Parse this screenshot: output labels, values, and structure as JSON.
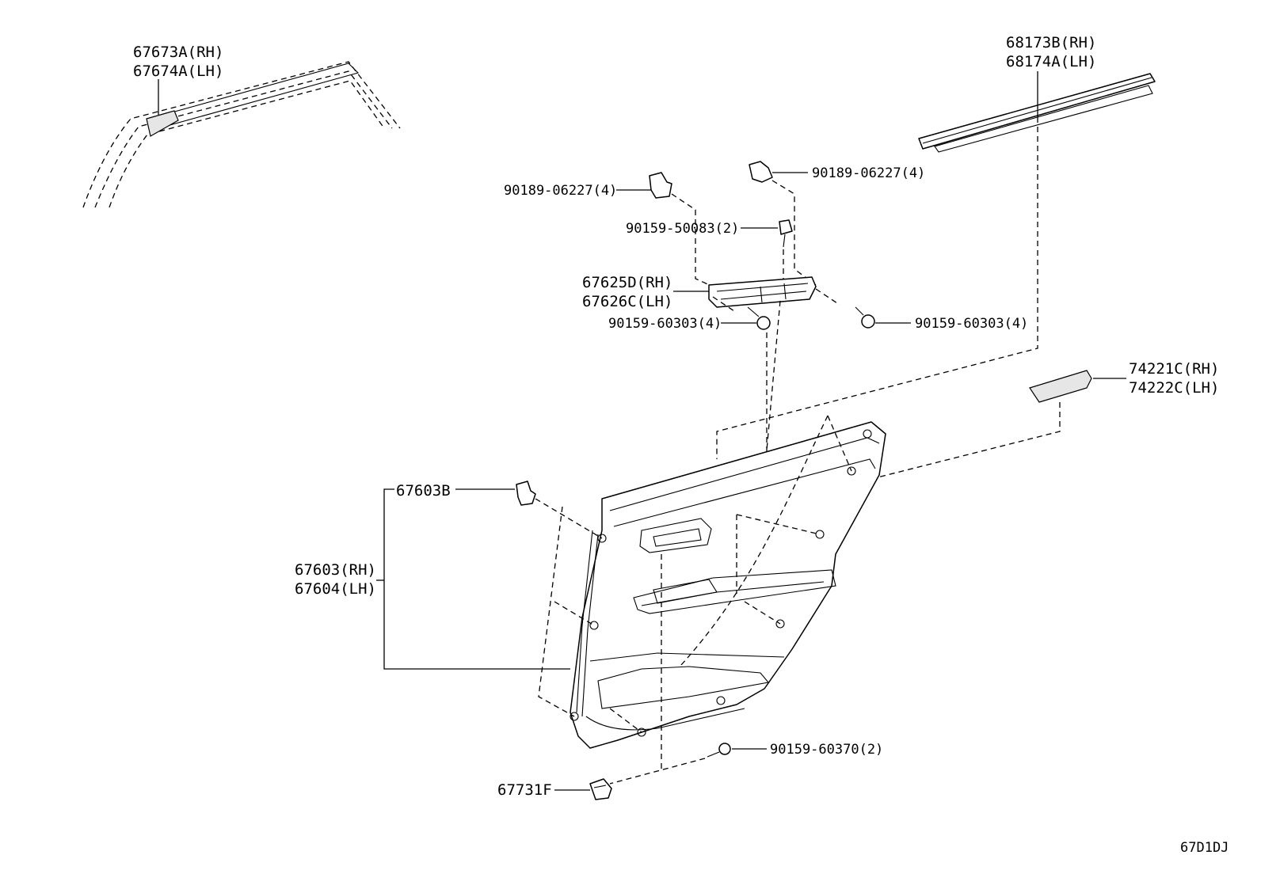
{
  "diagram_id": "67D1DJ",
  "parts": {
    "moulding_rh": "67673A(RH)",
    "moulding_lh": "67674A(LH)",
    "weatherstrip_rh": "68173B(RH)",
    "weatherstrip_lh": "68174A(LH)",
    "clip_left": "90189-06227(4)",
    "clip_right": "90189-06227(4)",
    "bolt_top": "90159-50083(2)",
    "bracket_rh": "67625D(RH)",
    "bracket_lh": "67626C(LH)",
    "screw_left": "90159-60303(4)",
    "screw_right": "90159-60303(4)",
    "trim_rh": "74221C(RH)",
    "trim_lh": "74222C(LH)",
    "clip_panel": "67603B",
    "panel_rh": "67603(RH)",
    "panel_lh": "67604(LH)",
    "screw_bottom": "90159-60370(2)",
    "cover": "67731F"
  }
}
